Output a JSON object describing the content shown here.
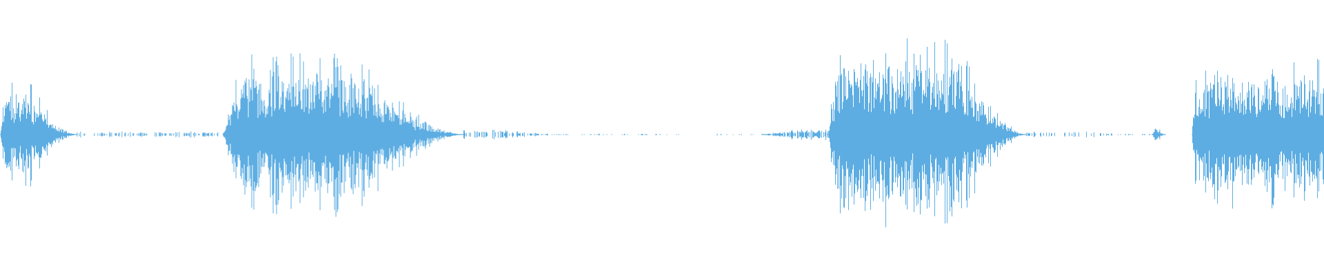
{
  "waveform": {
    "color": "#5DADE2",
    "baseline_fraction": 0.4875,
    "segments": [
      {
        "name": "burst-1",
        "start": 0.0,
        "end": 0.058,
        "peak": 0.33,
        "attack": 0.06,
        "release": 0.6,
        "density": 1.0
      },
      {
        "name": "tail-1",
        "start": 0.058,
        "end": 0.165,
        "peak": 0.02,
        "attack": 0.0,
        "release": 0.0,
        "density": 0.35
      },
      {
        "name": "burst-2",
        "start": 0.168,
        "end": 0.35,
        "peak": 0.52,
        "attack": 0.08,
        "release": 0.45,
        "density": 1.0
      },
      {
        "name": "tail-2",
        "start": 0.35,
        "end": 0.43,
        "peak": 0.03,
        "attack": 0.0,
        "release": 0.6,
        "density": 0.55
      },
      {
        "name": "quiet-gap",
        "start": 0.43,
        "end": 0.575,
        "peak": 0.006,
        "attack": 0.0,
        "release": 0.0,
        "density": 0.12
      },
      {
        "name": "pre-burst-3",
        "start": 0.575,
        "end": 0.625,
        "peak": 0.035,
        "attack": 0.5,
        "release": 0.0,
        "density": 0.9
      },
      {
        "name": "burst-3",
        "start": 0.625,
        "end": 0.775,
        "peak": 0.62,
        "attack": 0.05,
        "release": 0.35,
        "density": 1.0
      },
      {
        "name": "tail-3",
        "start": 0.775,
        "end": 0.87,
        "peak": 0.02,
        "attack": 0.0,
        "release": 0.5,
        "density": 0.25
      },
      {
        "name": "blip",
        "start": 0.87,
        "end": 0.88,
        "peak": 0.07,
        "attack": 0.2,
        "release": 0.7,
        "density": 1.0
      },
      {
        "name": "burst-4",
        "start": 0.9,
        "end": 1.0,
        "peak": 0.48,
        "attack": 0.03,
        "release": 0.0,
        "density": 1.0
      }
    ]
  }
}
